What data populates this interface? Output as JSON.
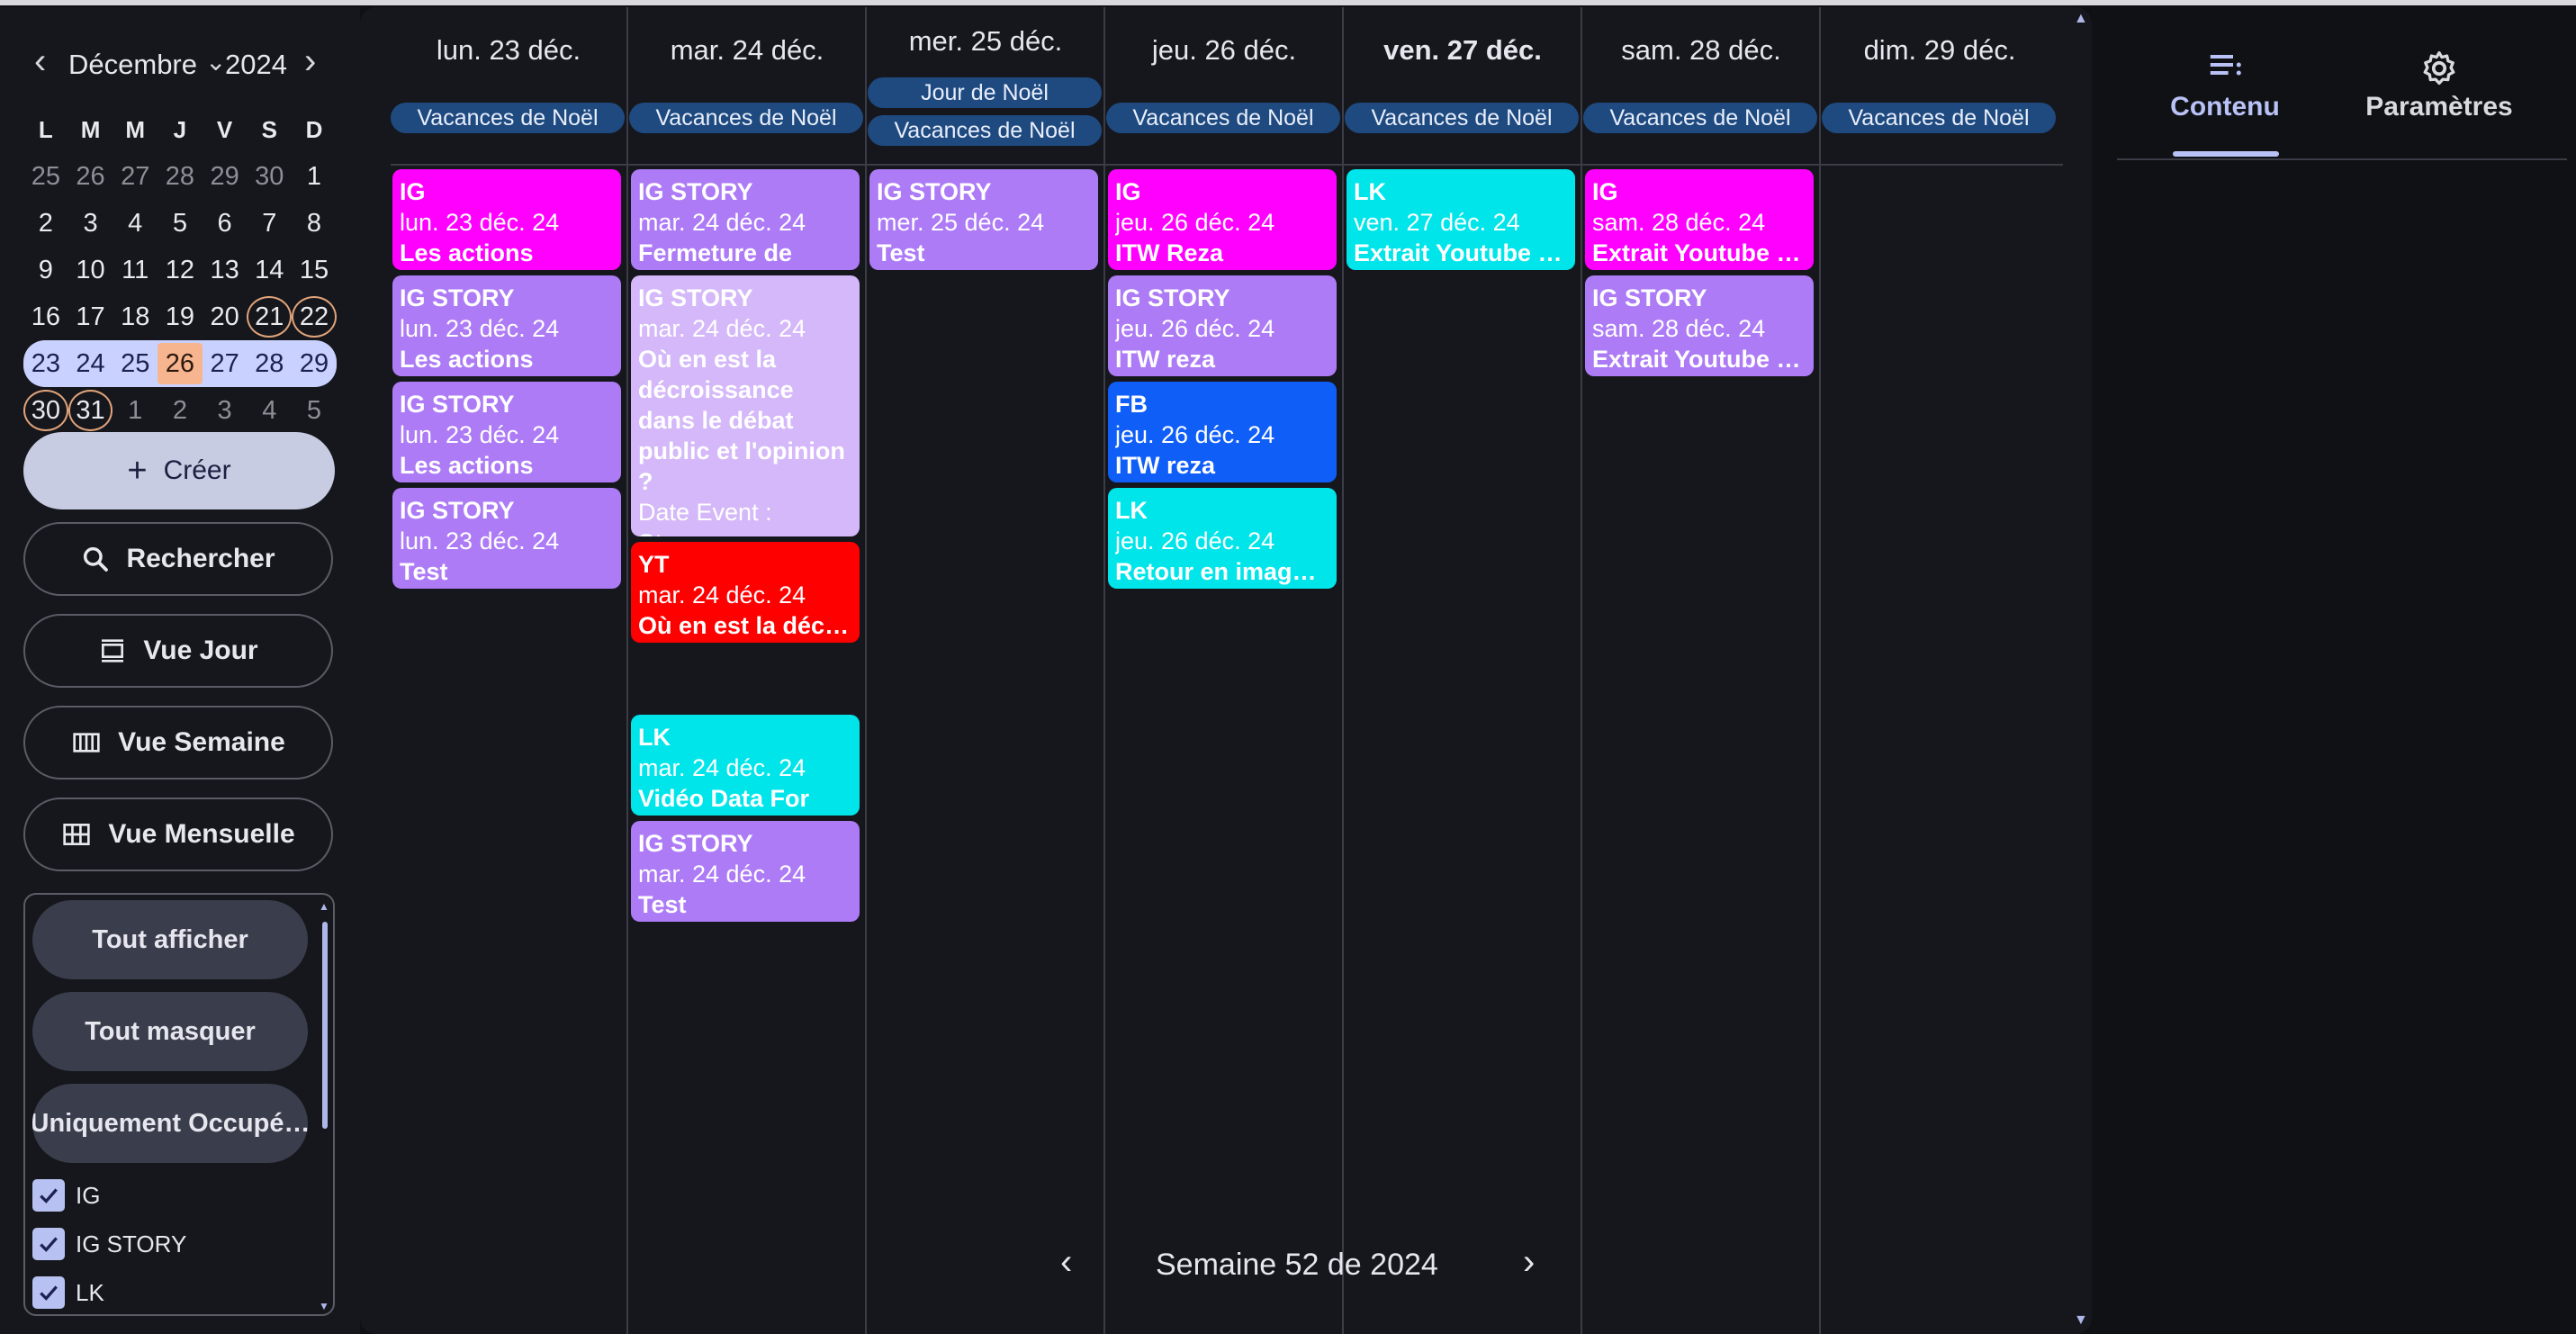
{
  "mini_calendar": {
    "month": "Décembre",
    "year": "2024",
    "dow": [
      "L",
      "M",
      "M",
      "J",
      "V",
      "S",
      "D"
    ],
    "weeks": [
      [
        "25",
        "26",
        "27",
        "28",
        "29",
        "30",
        "1"
      ],
      [
        "2",
        "3",
        "4",
        "5",
        "6",
        "7",
        "8"
      ],
      [
        "9",
        "10",
        "11",
        "12",
        "13",
        "14",
        "15"
      ],
      [
        "16",
        "17",
        "18",
        "19",
        "20",
        "21",
        "22"
      ],
      [
        "23",
        "24",
        "25",
        "26",
        "27",
        "28",
        "29"
      ],
      [
        "30",
        "31",
        "1",
        "2",
        "3",
        "4",
        "5"
      ]
    ]
  },
  "sidebar": {
    "create": "Créer",
    "search": "Rechercher",
    "day_view": "Vue Jour",
    "week_view": "Vue Semaine",
    "month_view": "Vue Mensuelle",
    "show_all": "Tout afficher",
    "hide_all": "Tout masquer",
    "only_busy": "Uniquement Occupé…",
    "filters": [
      "IG",
      "IG STORY",
      "LK"
    ]
  },
  "days": [
    {
      "label": "lun. 23 déc.",
      "holidays": [
        "Vacances de Noël"
      ]
    },
    {
      "label": "mar. 24 déc.",
      "holidays": [
        "Vacances de Noël"
      ]
    },
    {
      "label": "mer. 25 déc.",
      "holidays": [
        "Jour de Noël",
        "Vacances de Noël"
      ]
    },
    {
      "label": "jeu. 26 déc.",
      "holidays": [
        "Vacances de Noël"
      ]
    },
    {
      "label": "ven. 27 déc.",
      "holidays": [
        "Vacances de Noël"
      ]
    },
    {
      "label": "sam. 28 déc.",
      "holidays": [
        "Vacances de Noël"
      ]
    },
    {
      "label": "dim. 29 déc.",
      "holidays": [
        "Vacances de Noël"
      ]
    }
  ],
  "events": {
    "mon": [
      {
        "type": "IG",
        "date": "lun. 23 déc. 24",
        "title": "Les actions"
      },
      {
        "type": "IG STORY",
        "date": "lun. 23 déc. 24",
        "title": "Les actions"
      },
      {
        "type": "IG STORY",
        "date": "lun. 23 déc. 24",
        "title": "Les actions"
      },
      {
        "type": "IG STORY",
        "date": "lun. 23 déc. 24",
        "title": "Test"
      }
    ],
    "tue": [
      {
        "type": "IG STORY",
        "date": "mar. 24 déc. 24",
        "title": "Fermeture de"
      },
      {
        "type": "IG STORY",
        "date": "mar. 24 déc. 24",
        "title": "Où en est la décroissance dans le débat public et l'opinion ?",
        "extra": "Date Event :",
        "tail": "Story"
      },
      {
        "type": "YT",
        "date": "mar. 24 déc. 24",
        "title": "Où en est la décr…"
      },
      {
        "type": "LK",
        "date": "mar. 24 déc. 24",
        "title": "Vidéo Data For"
      },
      {
        "type": "IG STORY",
        "date": "mar. 24 déc. 24",
        "title": "Test"
      }
    ],
    "wed": [
      {
        "type": "IG STORY",
        "date": "mer. 25 déc. 24",
        "title": "Test"
      }
    ],
    "thu": [
      {
        "type": "IG",
        "date": "jeu. 26 déc. 24",
        "title": "ITW Reza"
      },
      {
        "type": "IG STORY",
        "date": "jeu. 26 déc. 24",
        "title": "ITW reza"
      },
      {
        "type": "FB",
        "date": "jeu. 26 déc. 24",
        "title": "ITW reza"
      },
      {
        "type": "LK",
        "date": "jeu. 26 déc. 24",
        "title": "Retour en image…"
      }
    ],
    "fri": [
      {
        "type": "LK",
        "date": "ven. 27 déc. 24",
        "title": "Extrait Youtube E…"
      }
    ],
    "sat": [
      {
        "type": "IG",
        "date": "sam. 28 déc. 24",
        "title": "Extrait Youtube L…"
      },
      {
        "type": "IG STORY",
        "date": "sam. 28 déc. 24",
        "title": "Extrait Youtube L…"
      }
    ]
  },
  "week_label": "Semaine 52 de 2024",
  "panel": {
    "tab_content": "Contenu",
    "tab_settings": "Paramètres"
  },
  "colors": {
    "IG": "#ff00ff",
    "IG STORY": "#ad7bf6",
    "YT": "#ff0000",
    "LK": "#00e5ea",
    "FB": "#0f5ef7",
    "holiday": "#1e4a80",
    "accent": "#b9c2f6"
  }
}
